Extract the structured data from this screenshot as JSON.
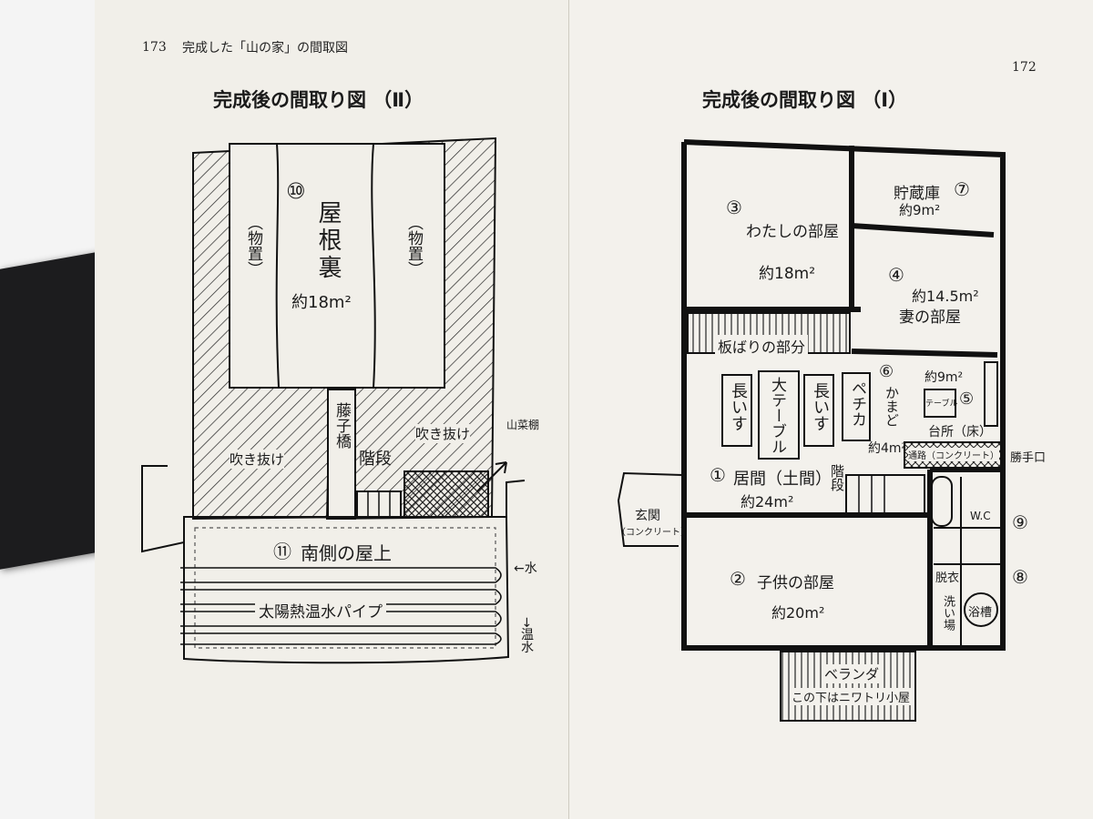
{
  "left_page": {
    "page_number": "173",
    "running_title": "完成した「山の家」の間取図",
    "diagram_title": "完成後の間取り図 （Ⅱ）",
    "rooms": {
      "attic_number": "⑩",
      "attic_name": "屋根裏",
      "attic_area": "約18m²",
      "storage_left": "（物置）",
      "storage_right": "（物置）",
      "bridge": "藤子橋",
      "stairs": "階段",
      "void_left": "吹き抜け",
      "void_right": "吹き抜け",
      "shelf": "山菜棚",
      "roof_number": "⑪",
      "roof_name": "南側の屋上",
      "water_in": "←水",
      "pipe_label": "太陽熱温水パイプ",
      "hot_water_out": "→温水"
    }
  },
  "right_page": {
    "page_number": "172",
    "diagram_title": "完成後の間取り図 （Ⅰ）",
    "rooms": {
      "my_room_number": "③",
      "my_room_name": "わたしの部屋",
      "my_room_area": "約18m²",
      "storehouse_name": "貯蔵庫",
      "storehouse_number": "⑦",
      "storehouse_area": "約9m²",
      "wife_room_number": "④",
      "wife_room_area": "約14.5m²",
      "wife_room_name": "妻の部屋",
      "beam_area": "板ばりの部分",
      "bench_left": "長いす",
      "big_table": "大テーブル",
      "bench_right": "長いす",
      "pechka": "ペチカ",
      "kamado_number": "⑥",
      "kamado": "かまど",
      "earth_floor_area": "約4m²",
      "kitchen_area": "約9m²",
      "kitchen_table": "テーブル",
      "kitchen_number": "⑤",
      "kitchen": "台所（床）",
      "passage": "通路（コンクリート）",
      "back_door": "勝手口",
      "living_number": "①",
      "living": "居間（土間）",
      "living_area": "約24m²",
      "stairs": "階段",
      "entrance": "玄関",
      "entrance_note": "（コンクリート）",
      "child_room_number": "②",
      "child_room_name": "子供の部屋",
      "child_room_area": "約20m²",
      "wc": "W.C",
      "wc_number": "⑨",
      "bath_number": "⑧",
      "dressing": "脱衣",
      "washing": "洗い場",
      "bathtub": "浴槽",
      "veranda": "ベランダ",
      "veranda_note": "この下はニワトリ小屋"
    }
  }
}
